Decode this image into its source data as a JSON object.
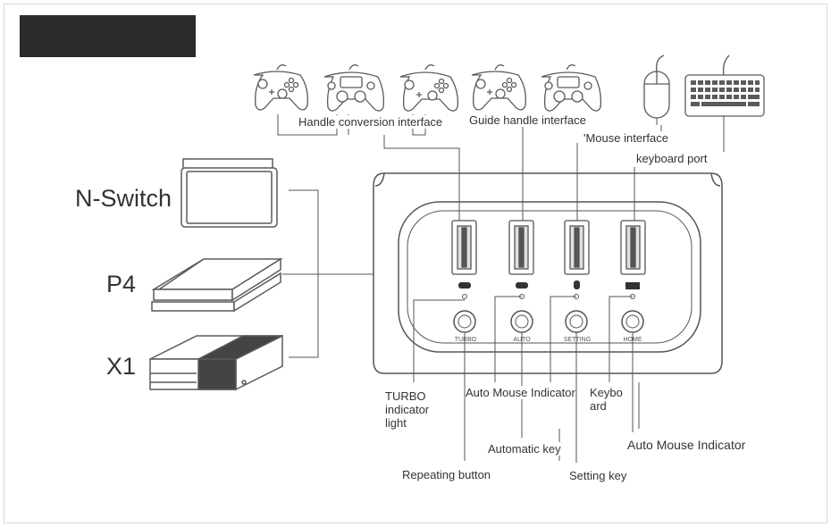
{
  "title_bar": {
    "color": "#2b2b2b"
  },
  "consoles": [
    {
      "label": "N-Switch",
      "icon": "nintendo-switch-dock-icon"
    },
    {
      "label": "P4",
      "icon": "ps4-console-icon"
    },
    {
      "label": "X1",
      "icon": "xbox-one-console-icon"
    }
  ],
  "top_devices": [
    {
      "icon": "xbox-controller-icon"
    },
    {
      "icon": "ps4-controller-icon"
    },
    {
      "icon": "switch-pro-controller-icon"
    },
    {
      "icon": "xbox-controller-icon"
    },
    {
      "icon": "ps4-controller-icon"
    },
    {
      "icon": "mouse-icon"
    },
    {
      "icon": "keyboard-icon"
    }
  ],
  "port_labels": {
    "handle_conversion": "Handle conversion interface",
    "guide_handle": "Guide handle interface",
    "mouse": "'Mouse interface",
    "keyboard": "keyboard port"
  },
  "port_icons": [
    "gamepad-icon",
    "gamepad-icon",
    "mouse-icon",
    "keyboard-icon"
  ],
  "buttons": [
    "TURBO",
    "AUTO",
    "SETTING",
    "HOME"
  ],
  "bottom_labels": {
    "turbo_light": "TURBO indicator light",
    "auto_mouse_1": "Auto Mouse Indicator",
    "keyboard": "Keybo ard",
    "automatic_key": "Automatic key",
    "auto_mouse_2": "Auto Mouse Indicator",
    "repeating": "Repeating button",
    "setting": "Setting key"
  },
  "colors": {
    "line": "#555555",
    "device": "#5a5a5a"
  }
}
